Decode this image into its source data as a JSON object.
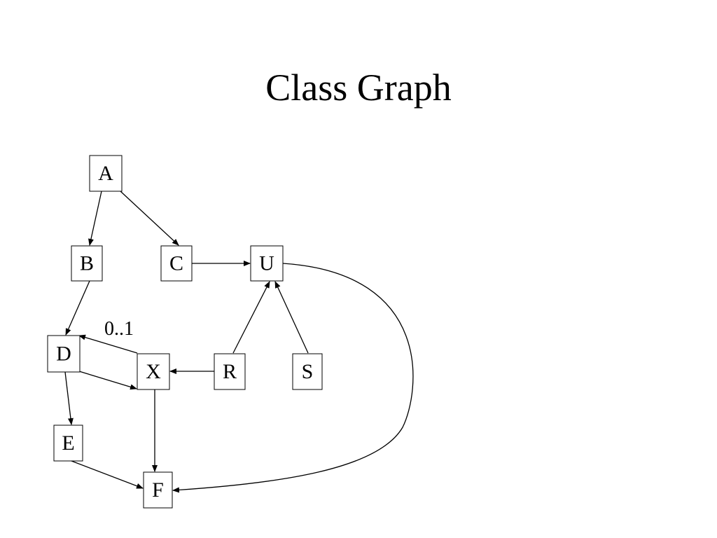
{
  "title": "Class Graph",
  "nodes": [
    {
      "id": "A",
      "label": "A"
    },
    {
      "id": "B",
      "label": "B"
    },
    {
      "id": "C",
      "label": "C"
    },
    {
      "id": "U",
      "label": "U"
    },
    {
      "id": "D",
      "label": "D"
    },
    {
      "id": "X",
      "label": "X"
    },
    {
      "id": "R",
      "label": "R"
    },
    {
      "id": "S",
      "label": "S"
    },
    {
      "id": "E",
      "label": "E"
    },
    {
      "id": "F",
      "label": "F"
    }
  ],
  "edges": [
    {
      "from": "A",
      "to": "B"
    },
    {
      "from": "A",
      "to": "C"
    },
    {
      "from": "C",
      "to": "U"
    },
    {
      "from": "B",
      "to": "D"
    },
    {
      "from": "X",
      "to": "D",
      "label": "0..1"
    },
    {
      "from": "D",
      "to": "X"
    },
    {
      "from": "R",
      "to": "X"
    },
    {
      "from": "R",
      "to": "U"
    },
    {
      "from": "S",
      "to": "U"
    },
    {
      "from": "D",
      "to": "E"
    },
    {
      "from": "E",
      "to": "F"
    },
    {
      "from": "X",
      "to": "F"
    },
    {
      "from": "U",
      "to": "F"
    }
  ]
}
